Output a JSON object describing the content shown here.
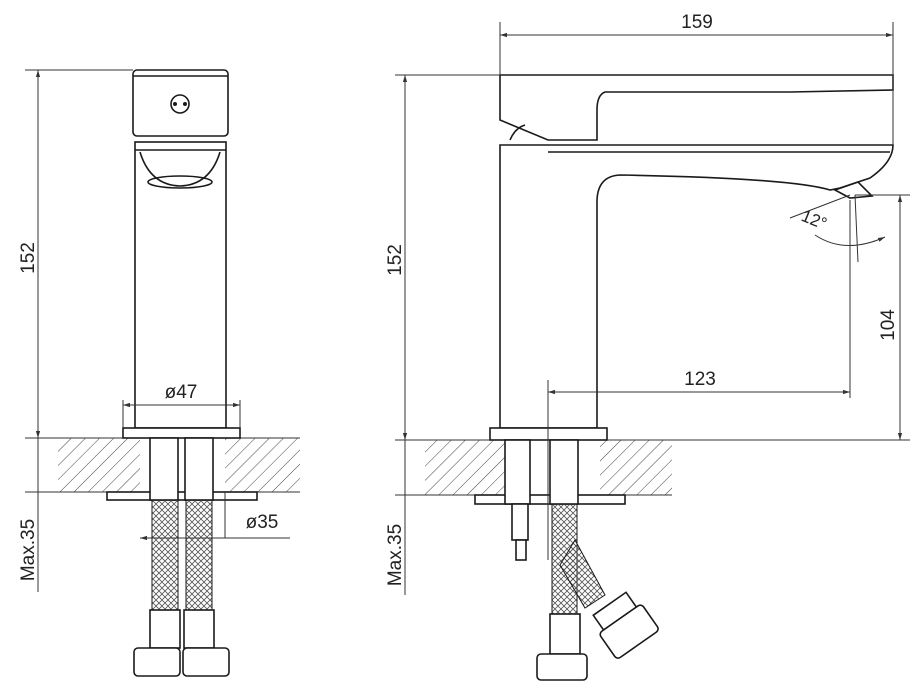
{
  "drawing": {
    "front_view": {
      "height_label": "152",
      "base_diameter_label": "ø47",
      "hole_diameter_label": "ø35",
      "max_thickness_label": "Max.35"
    },
    "side_view": {
      "length_label": "159",
      "height_label": "152",
      "spout_height_label": "104",
      "reach_label": "123",
      "angle_label": "12°",
      "max_thickness_label": "Max.35"
    },
    "colors": {
      "line": "#1a1a1a",
      "background": "#ffffff"
    }
  }
}
